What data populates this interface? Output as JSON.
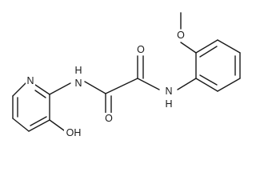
{
  "atoms": {
    "n_pyridine": "N",
    "nh_left": "H",
    "nh_left_n": "N",
    "o_upper": "O",
    "o_lower": "O",
    "nh_right": "H",
    "nh_right_n": "N",
    "o_methoxy": "O",
    "oh": "OH"
  }
}
